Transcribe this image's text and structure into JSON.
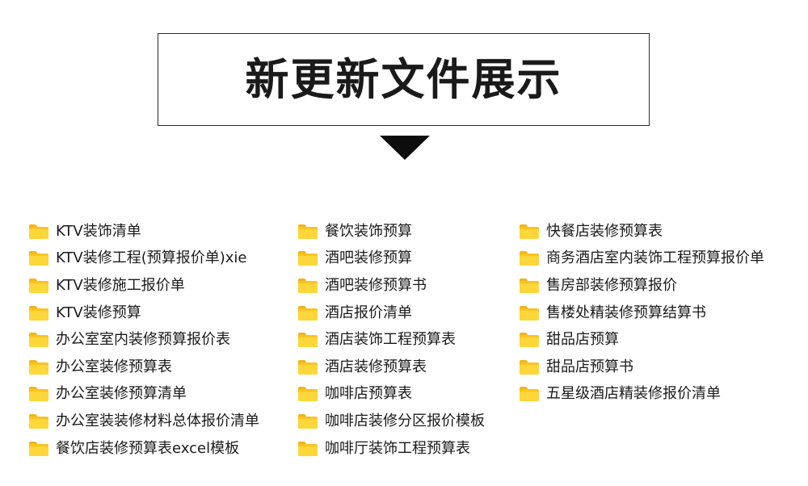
{
  "title": "新更新文件展示",
  "columns": [
    {
      "items": [
        {
          "label": "KTV装饰清单",
          "icon": "folder-icon"
        },
        {
          "label": "KTV装修工程(预算报价单)xie",
          "icon": "folder-icon"
        },
        {
          "label": "KTV装修施工报价单",
          "icon": "folder-icon"
        },
        {
          "label": "KTV装修预算",
          "icon": "folder-icon"
        },
        {
          "label": "办公室室内装修预算报价表",
          "icon": "folder-icon"
        },
        {
          "label": "办公室装修预算表",
          "icon": "folder-icon"
        },
        {
          "label": "办公室装修预算清单",
          "icon": "folder-icon"
        },
        {
          "label": "办公室装装修材料总体报价清单",
          "icon": "folder-icon"
        },
        {
          "label": "餐饮店装修预算表excel模板",
          "icon": "folder-icon"
        }
      ]
    },
    {
      "items": [
        {
          "label": "餐饮装饰预算",
          "icon": "folder-icon"
        },
        {
          "label": "酒吧装修预算",
          "icon": "folder-icon"
        },
        {
          "label": "酒吧装修预算书",
          "icon": "folder-icon"
        },
        {
          "label": "酒店报价清单",
          "icon": "folder-icon"
        },
        {
          "label": "酒店装饰工程预算表",
          "icon": "folder-icon"
        },
        {
          "label": "酒店装修预算表",
          "icon": "folder-icon"
        },
        {
          "label": "咖啡店预算表",
          "icon": "folder-icon"
        },
        {
          "label": "咖啡店装修分区报价模板",
          "icon": "folder-icon"
        },
        {
          "label": "咖啡厅装饰工程预算表",
          "icon": "folder-icon"
        }
      ]
    },
    {
      "items": [
        {
          "label": "快餐店装修预算表",
          "icon": "folder-icon"
        },
        {
          "label": "商务酒店室内装饰工程预算报价单",
          "icon": "folder-icon"
        },
        {
          "label": "售房部装修预算报价",
          "icon": "folder-icon"
        },
        {
          "label": "售楼处精装修预算结算书",
          "icon": "folder-icon"
        },
        {
          "label": "甜品店预算",
          "icon": "folder-icon"
        },
        {
          "label": "甜品店预算书",
          "icon": "folder-icon"
        },
        {
          "label": "五星级酒店精装修报价清单",
          "icon": "folder-icon"
        }
      ]
    }
  ],
  "colors": {
    "folder_main": "#f9c41f",
    "folder_front": "#fdd63a",
    "folder_tab": "#f3b418",
    "text": "#1a1a1a",
    "arrow": "#0d0d0d"
  }
}
